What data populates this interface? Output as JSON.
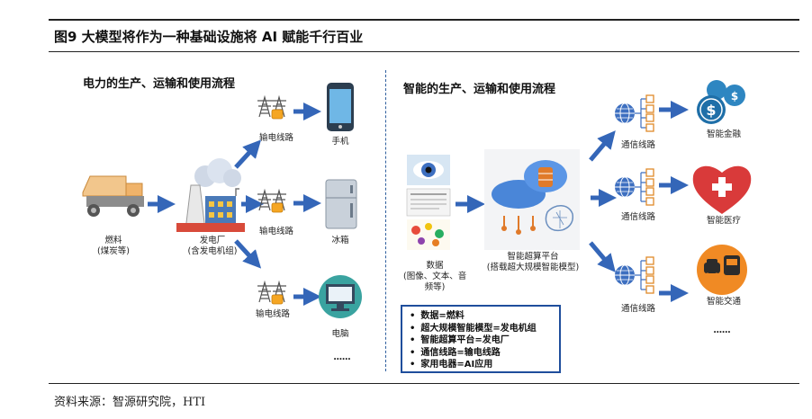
{
  "figure": {
    "title": "图9  大模型将作为一种基础设施将 AI 赋能千行百业",
    "source": "资料来源：智源研究院，HTI"
  },
  "left_section": {
    "title": "电力的生产、运输和使用流程",
    "fuel_label": "燃料\n(煤炭等)",
    "plant_label": "发电厂\n(含发电机组)",
    "line_label": "输电线路",
    "device_labels": [
      "手机",
      "冰箱",
      "电脑"
    ],
    "more": "……"
  },
  "right_section": {
    "title": "智能的生产、运输和使用流程",
    "data_label": "数据\n(图像、文本、音\n频等)",
    "platform_label": "智能超算平台\n(搭载超大规模智能模型)",
    "network_label": "通信线路",
    "app_labels": [
      "智能金融",
      "智能医疗",
      "智能交通"
    ],
    "more": "……"
  },
  "legend": [
    "数据=燃料",
    "超大规模智能模型=发电机组",
    "智能超算平台=发电厂",
    "通信线路=输电线路",
    "家用电器=AI应用"
  ],
  "colors": {
    "arrow": "#3466b8",
    "legend_border": "#1f4e9c",
    "finance": "#2e86c1",
    "medical": "#d93a3a",
    "traffic": "#f08a24",
    "computer": "#3aa3a0"
  }
}
